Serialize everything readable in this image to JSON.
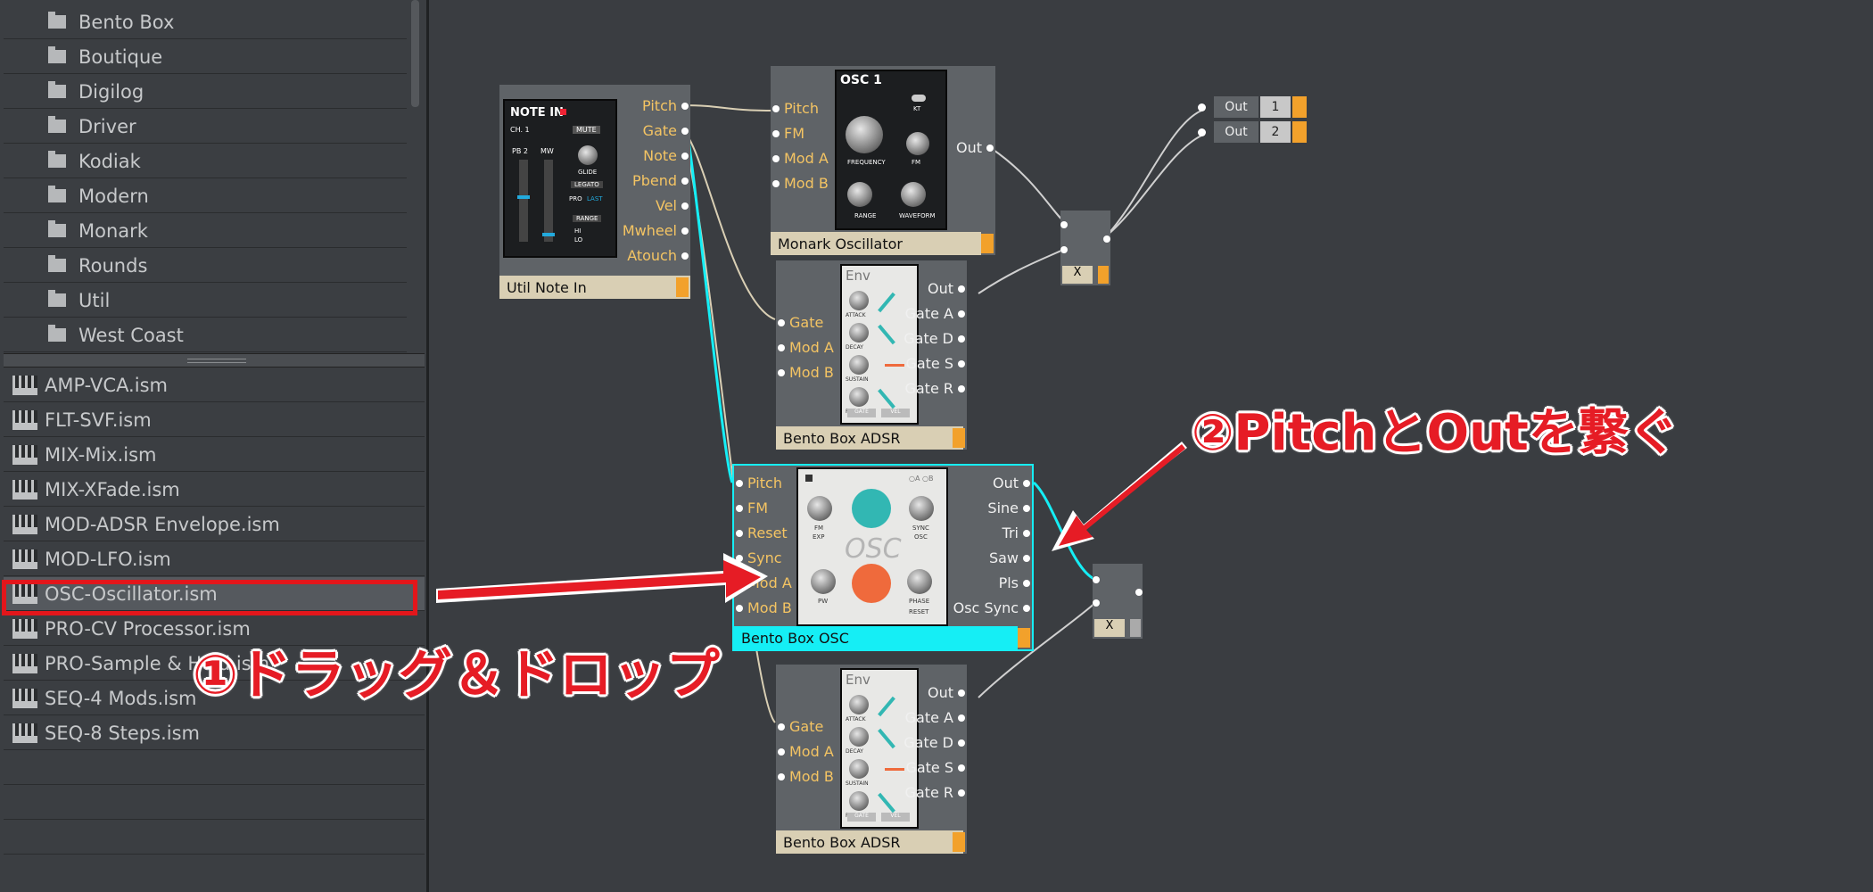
{
  "folders": [
    "Bento Box",
    "Boutique",
    "Digilog",
    "Driver",
    "Kodiak",
    "Modern",
    "Monark",
    "Rounds",
    "Util",
    "West Coast"
  ],
  "files": [
    "AMP-VCA.ism",
    "FLT-SVF.ism",
    "MIX-Mix.ism",
    "MIX-XFade.ism",
    "MOD-ADSR Envelope.ism",
    "MOD-LFO.ism",
    "OSC-Oscillator.ism",
    "PRO-CV Processor.ism",
    "PRO-Sample & Hold.ism",
    "SEQ-4 Mods.ism",
    "SEQ-8 Steps.ism"
  ],
  "selected_file_index": 6,
  "modules": {
    "note_in": {
      "label": "Util Note In",
      "panel_title": "NOTE IN",
      "ch": "CH. 1",
      "pb": "PB 2",
      "mw": "MW",
      "mute": "MUTE",
      "glide": "GLIDE",
      "legato": "LEGATO",
      "pro": "PRO",
      "last": "LAST",
      "range": "RANGE",
      "hi": "HI",
      "lo": "LO",
      "outputs": [
        "Pitch",
        "Gate",
        "Note",
        "Pbend",
        "Vel",
        "Mwheel",
        "Atouch"
      ]
    },
    "monark": {
      "label": "Monark Oscillator",
      "panel_title": "OSC 1",
      "inputs": [
        "Pitch",
        "FM",
        "Mod A",
        "Mod B"
      ],
      "outputs": [
        "Out"
      ],
      "knobs": [
        "FREQUENCY",
        "FM",
        "RANGE",
        "WAVEFORM"
      ],
      "kt": "KT"
    },
    "adsr1": {
      "label": "Bento Box ADSR",
      "panel_title": "Env",
      "inputs": [
        "Gate",
        "Mod A",
        "Mod B"
      ],
      "outputs": [
        "Out",
        "Gate A",
        "Gate D",
        "Gate S",
        "Gate R"
      ],
      "knobs": [
        "ATTACK",
        "DECAY",
        "SUSTAIN",
        "RELEASE"
      ],
      "foot": [
        "GATE",
        "VEL"
      ]
    },
    "osc": {
      "label": "Bento Box OSC",
      "inputs": [
        "Pitch",
        "FM",
        "Reset",
        "Sync",
        "Mod A",
        "Mod B"
      ],
      "outputs": [
        "Out",
        "Sine",
        "Tri",
        "Saw",
        "Pls",
        "Osc Sync"
      ],
      "knobs": [
        "FM",
        "SYNC",
        "PW",
        "PHASE"
      ],
      "sub": [
        "EXP",
        "OSC",
        "RESET"
      ],
      "big_text": "OSC",
      "ab": "○A  ○B"
    },
    "adsr2": {
      "label": "Bento Box ADSR",
      "panel_title": "Env",
      "inputs": [
        "Gate",
        "Mod A",
        "Mod B"
      ],
      "outputs": [
        "Out",
        "Gate A",
        "Gate D",
        "Gate S",
        "Gate R"
      ],
      "knobs": [
        "ATTACK",
        "DECAY",
        "SUSTAIN",
        "RELEASE"
      ],
      "foot": [
        "GATE",
        "VEL"
      ]
    },
    "mixer1": {
      "label": "X"
    },
    "mixer2": {
      "label": "X"
    },
    "audio_out": {
      "rows": [
        {
          "label": "Out",
          "num": "1"
        },
        {
          "label": "Out",
          "num": "2"
        }
      ]
    }
  },
  "annotations": {
    "step1": "①ドラッグ＆ドロップ",
    "step2": "②PitchとOutを繋ぐ"
  },
  "colors": {
    "accent_cyan": "#15eef5",
    "label_tan": "#d9cfb4",
    "tag_orange": "#f2a12b",
    "annotation_red": "#e61c25",
    "port_yellow": "#f4c463"
  }
}
